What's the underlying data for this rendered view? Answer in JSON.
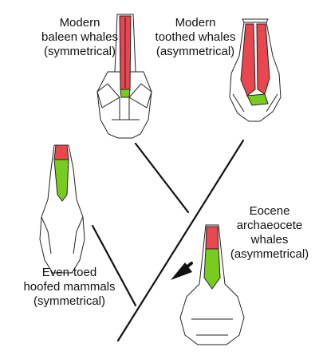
{
  "colors": {
    "nasal": "#e8474f",
    "frontal": "#77cc1e",
    "outline": "#222222",
    "tree": "#111111"
  },
  "labels": {
    "baleen": {
      "line1": "Modern",
      "line2": "baleen whales",
      "line3": "(symmetrical)"
    },
    "toothed": {
      "line1": "Modern",
      "line2": "toothed whales",
      "line3": "(asymmetrical)"
    },
    "eocene": {
      "line1": "Eocene",
      "line2": "archaeocete",
      "line3": "whales",
      "line4": "(asymmetrical)"
    },
    "ungulates": {
      "line1": "Even-toed",
      "line2": "hoofed mammals",
      "line3": "(symmetrical)"
    }
  }
}
